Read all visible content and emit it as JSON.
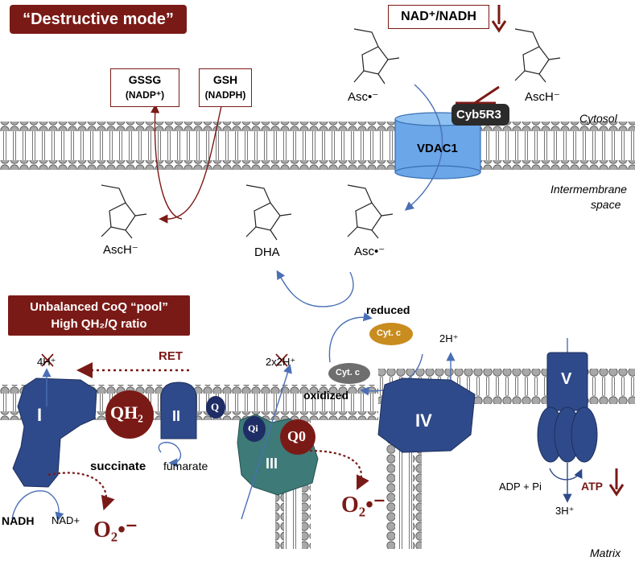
{
  "top_banner": "“Destructive mode”",
  "nad_ratio": "NAD⁺/NADH",
  "gssg": {
    "name": "GSSG",
    "cofactor": "(NADP⁺)"
  },
  "gsh": {
    "name": "GSH",
    "cofactor": "(NADPH)"
  },
  "cyb5r3": "Cyb5R3",
  "vdac1": "VDAC1",
  "compartments": {
    "cytosol": "Cytosol",
    "ims_line1": "Intermembrane",
    "ims_line2": "space",
    "matrix": "Matrix"
  },
  "molecules": {
    "asc_radical_top": "Asc•⁻",
    "asch_top": "AscH⁻",
    "asch_left": "AscH⁻",
    "dha": "DHA",
    "asc_radical_ims": "Asc•⁻"
  },
  "coq_box": {
    "line1": "Unbalanced CoQ “pool”",
    "line2": "High QH₂/Q ratio"
  },
  "ret": "RET",
  "protons": {
    "h4": "4H⁺",
    "h2x": "2x2H⁺",
    "h2": "2H⁺",
    "h3": "3H⁺"
  },
  "cytc": {
    "reduced_label": "reduced",
    "oxidized_label": "oxidized",
    "reduced": "Cyt. c",
    "oxidized": "Cyt. c"
  },
  "complexes": {
    "I": "I",
    "II": "II",
    "III": "III",
    "IV": "IV",
    "V": "V",
    "qh2": "QH₂",
    "q": "Q",
    "qi": "Qi",
    "qo": "Q0"
  },
  "substrates": {
    "succinate": "succinate",
    "fumarate": "fumarate",
    "nadh": "NADH",
    "nad": "NAD+",
    "adp": "ADP + Pi",
    "atp": "ATP"
  },
  "superoxide": "O₂•⁻",
  "colors": {
    "darkred": "#7a1a16",
    "complex_blue": "#2f4a8a",
    "complex_teal": "#3d7a78",
    "cytc_reduced": "#c98c1e",
    "cytc_oxidized": "#6e6e6e",
    "vdac": "#6aa6e8"
  }
}
